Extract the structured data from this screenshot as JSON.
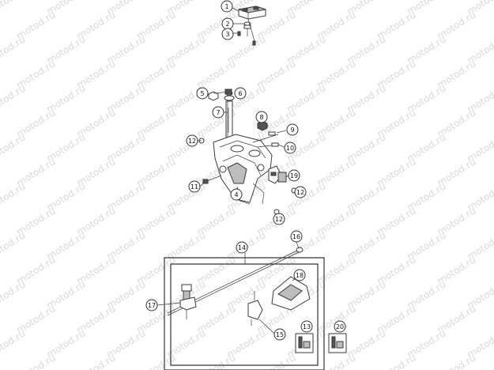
{
  "watermark": {
    "text": "motod.ru"
  },
  "callouts": [
    {
      "id": "c1",
      "label": "1"
    },
    {
      "id": "c2",
      "label": "2"
    },
    {
      "id": "c3",
      "label": "3"
    },
    {
      "id": "c4",
      "label": "4"
    },
    {
      "id": "c5",
      "label": "5"
    },
    {
      "id": "c6",
      "label": "6"
    },
    {
      "id": "c7",
      "label": "7"
    },
    {
      "id": "c8",
      "label": "8"
    },
    {
      "id": "c9",
      "label": "9"
    },
    {
      "id": "c10",
      "label": "10"
    },
    {
      "id": "c11",
      "label": "11"
    },
    {
      "id": "c12a",
      "label": "12"
    },
    {
      "id": "c12b",
      "label": "12"
    },
    {
      "id": "c12c",
      "label": "12"
    },
    {
      "id": "c13",
      "label": "13"
    },
    {
      "id": "c14",
      "label": "14"
    },
    {
      "id": "c15",
      "label": "15"
    },
    {
      "id": "c16",
      "label": "16"
    },
    {
      "id": "c17",
      "label": "17"
    },
    {
      "id": "c18",
      "label": "18"
    },
    {
      "id": "c19",
      "label": "19"
    },
    {
      "id": "c20",
      "label": "20"
    }
  ],
  "colors": {
    "line": "#333333",
    "watermark": "#d9d9d9",
    "background": "#ffffff"
  }
}
